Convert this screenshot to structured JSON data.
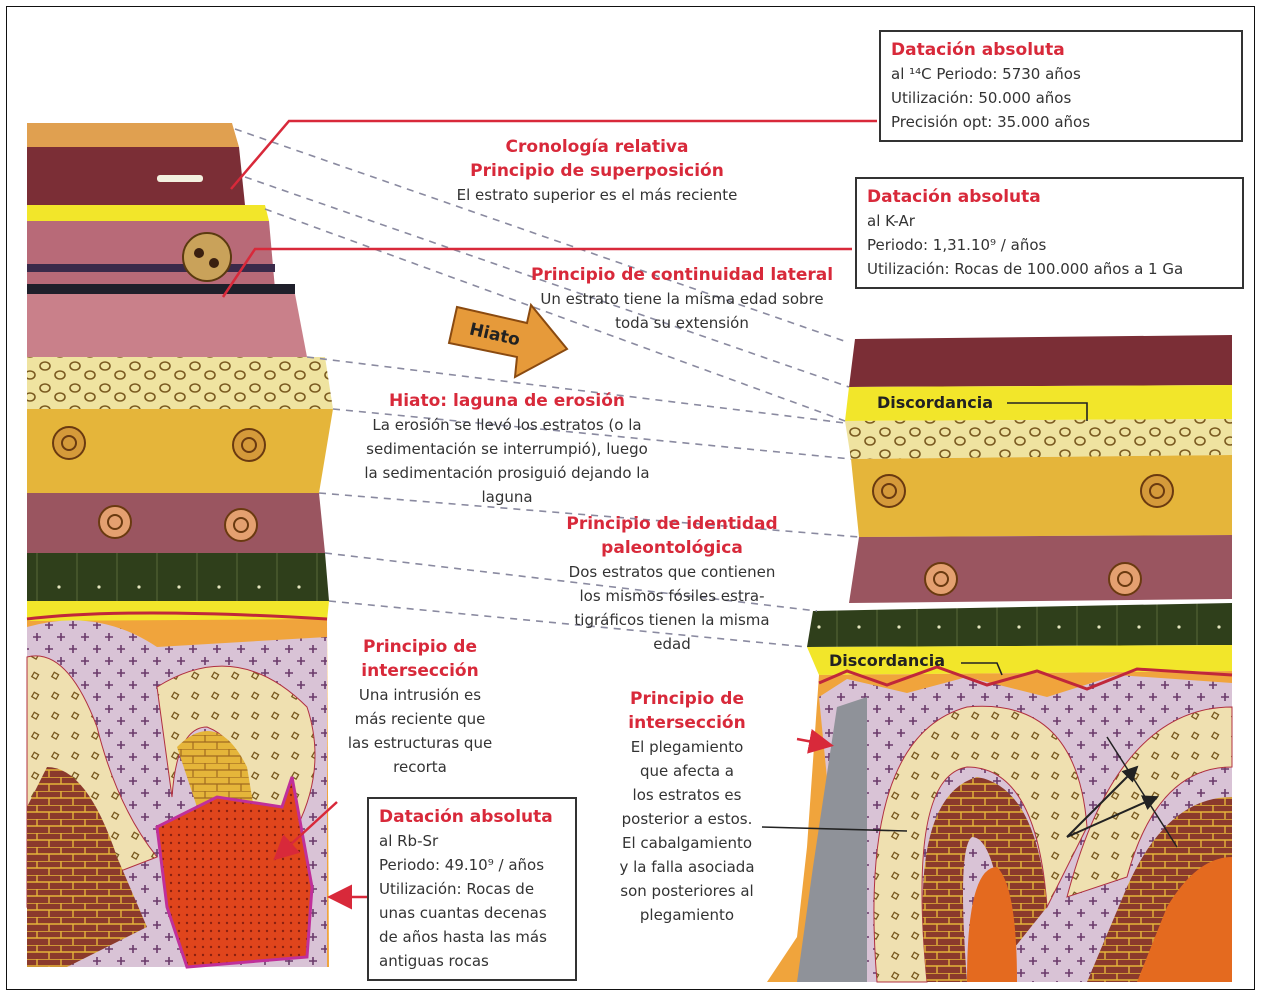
{
  "boxes": {
    "c14": {
      "title": "Datación absoluta",
      "lines": [
        "al ¹⁴C Periodo: 5730 años",
        "Utilización: 50.000 años",
        "Precisión opt: 35.000 años"
      ]
    },
    "kar": {
      "title": "Datación absoluta",
      "lines": [
        "al K-Ar",
        "Periodo: 1,31.10⁹ / años",
        "Utilización: Rocas de 100.000 años a 1 Ga"
      ]
    },
    "rbsr": {
      "title": "Datación absoluta",
      "lines": [
        "al Rb-Sr",
        "Periodo: 49.10⁹ / años",
        "Utilización: Rocas de",
        "unas cuantas decenas",
        "de años hasta las más",
        "antiguas rocas"
      ]
    }
  },
  "principles": {
    "superposicion": {
      "title": [
        "Cronología relativa",
        "Principio de superposición"
      ],
      "lines": [
        "El estrato superior es el más reciente"
      ]
    },
    "continuidad": {
      "title": [
        "Principio de continuidad lateral"
      ],
      "lines": [
        "Un estrato tiene la misma edad sobre",
        "toda su extensión"
      ]
    },
    "hiato": {
      "title": [
        "Hiato: laguna de erosión"
      ],
      "lines": [
        "La erosión se llevó los estratos (o la",
        "sedimentación se interrumpió), luego",
        "la sedimentación prosiguió dejando la",
        "laguna"
      ]
    },
    "identidad": {
      "title": [
        "Principio de identidad",
        "paleontológica"
      ],
      "lines": [
        "Dos estratos que contienen",
        "los mismos fósiles estra-",
        "tigráficos tienen la misma",
        "edad"
      ]
    },
    "interseccion_left": {
      "title": [
        "Principio de",
        "intersección"
      ],
      "lines": [
        "Una intrusión es",
        "más reciente que",
        "las estructuras que",
        "recorta"
      ]
    },
    "interseccion_right": {
      "title": [
        "Principio de",
        "intersección"
      ],
      "lines": [
        "El plegamiento",
        "que afecta a",
        "los estratos es",
        "posterior a estos.",
        "El cabalgamiento",
        "y la falla asociada",
        "son posteriores al",
        "plegamiento"
      ]
    }
  },
  "tags": {
    "hiato_arrow": "Hiato",
    "discordancia_1": "Discordancia",
    "discordancia_2": "Discordancia"
  },
  "colors": {
    "accent_red": "#d8293a",
    "maroon": "#7b2e36",
    "pink_layer": "#c9808a",
    "yellow": "#f2e62a",
    "cream_dots": "#efe3a0",
    "ochre": "#e5b53a",
    "dark_green": "#2f3f1b",
    "lavender": "#d9c3d6",
    "orange": "#e46a1f",
    "brick": "#8b3a2c",
    "grey": "#8f9299"
  }
}
